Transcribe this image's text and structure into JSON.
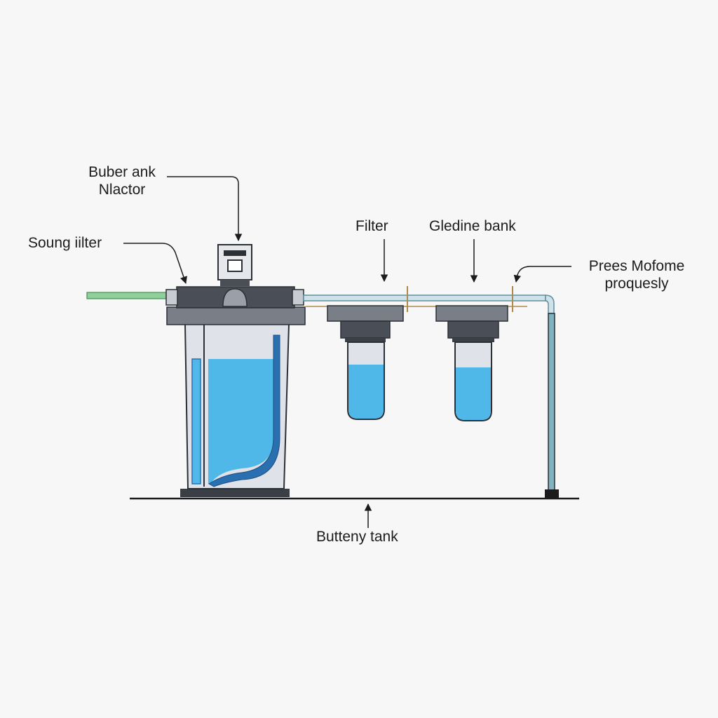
{
  "labels": {
    "buber_tank": [
      "Buber ank",
      "Nlactor"
    ],
    "soung_filter": "Soung iilter",
    "filter": "Filter",
    "gledine_bank": "Gledine bank",
    "prees_mofome": [
      "Prees Mofome",
      "proquesly"
    ],
    "butteny_tank": "Butteny tank"
  },
  "colors": {
    "background": "#f7f7f7",
    "water": "#4fb8e8",
    "water_dark": "#2a6fb0",
    "tank_body": "#dfe2e8",
    "dark_metal": "#4a4f57",
    "mid_metal": "#7a7f87",
    "pipe": "#a9c9d6",
    "inlet_pipe": "#8fcf9a",
    "outline": "#2b2f36"
  },
  "icons": [
    "pump-controller-icon"
  ]
}
